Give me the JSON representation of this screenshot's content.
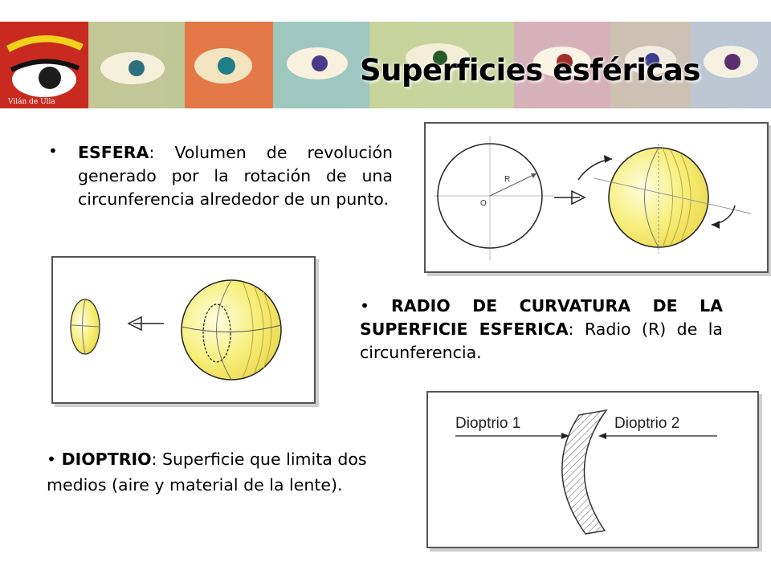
{
  "slide": {
    "title": "Superficies esféricas",
    "bullet1": {
      "term": "ESFERA",
      "text": ": Volumen de revolución generado por la rotación de una circunferencia alrededor de un punto."
    },
    "bullet2": {
      "term": "RADIO DE CURVATURA DE LA SUPERFICIE ESFERICA",
      "text": ": Radio (R) de la circunferencia."
    },
    "bullet3": {
      "term": "DIOPTRIO",
      "text": ": Superficie que limita dos medios (aire y material de la lente)."
    }
  },
  "figures": {
    "sphere_diagram": {
      "label_R": "R",
      "label_O": "O"
    },
    "dioptrio_diagram": {
      "label_1": "Dioptrio 1",
      "label_2": "Dioptrio 2"
    }
  },
  "colors": {
    "sphere_fill": "#f7ee7a",
    "banner_red": "#c92a1f"
  }
}
